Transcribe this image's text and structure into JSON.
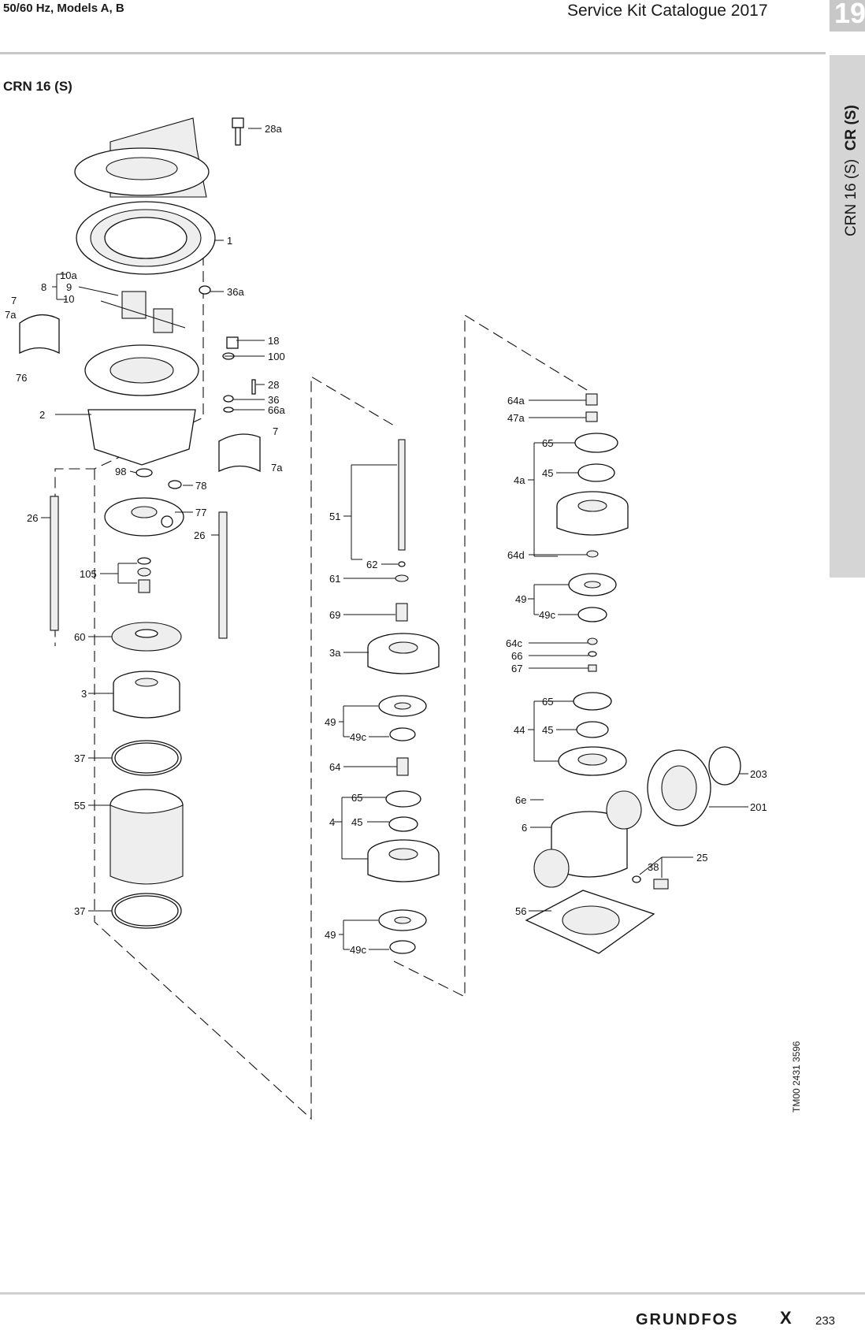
{
  "header": {
    "left": "50/60 Hz, Models A, B",
    "right": "Service Kit Catalogue 2017",
    "chapter": "19"
  },
  "side_tab": {
    "text": "CRN 16 (S)",
    "bold": "CR (S)"
  },
  "section_title": "CRN 16 (S)",
  "drawing_number": "TM00 2431 3596",
  "footer": {
    "logo": "GRUNDFOS",
    "logo_mark": "X",
    "page": "233"
  },
  "colors": {
    "rule": "#c8c8c8",
    "side_strip": "#d5d5d5",
    "ink": "#111111"
  },
  "part_labels": [
    "28a",
    "1",
    "10a",
    "8",
    "9",
    "10",
    "36a",
    "7",
    "7a",
    "76",
    "18",
    "100",
    "28",
    "36",
    "66a",
    "2",
    "7",
    "7a",
    "98",
    "78",
    "26",
    "77",
    "26",
    "105",
    "60",
    "3",
    "37",
    "55",
    "37",
    "51",
    "62",
    "61",
    "69",
    "3a",
    "49",
    "49c",
    "64",
    "65",
    "4",
    "45",
    "49",
    "49c",
    "64a",
    "47a",
    "65",
    "4a",
    "45",
    "64d",
    "49",
    "49c",
    "64c",
    "66",
    "67",
    "65",
    "44",
    "45",
    "203",
    "6e",
    "201",
    "6",
    "38",
    "25",
    "56"
  ]
}
